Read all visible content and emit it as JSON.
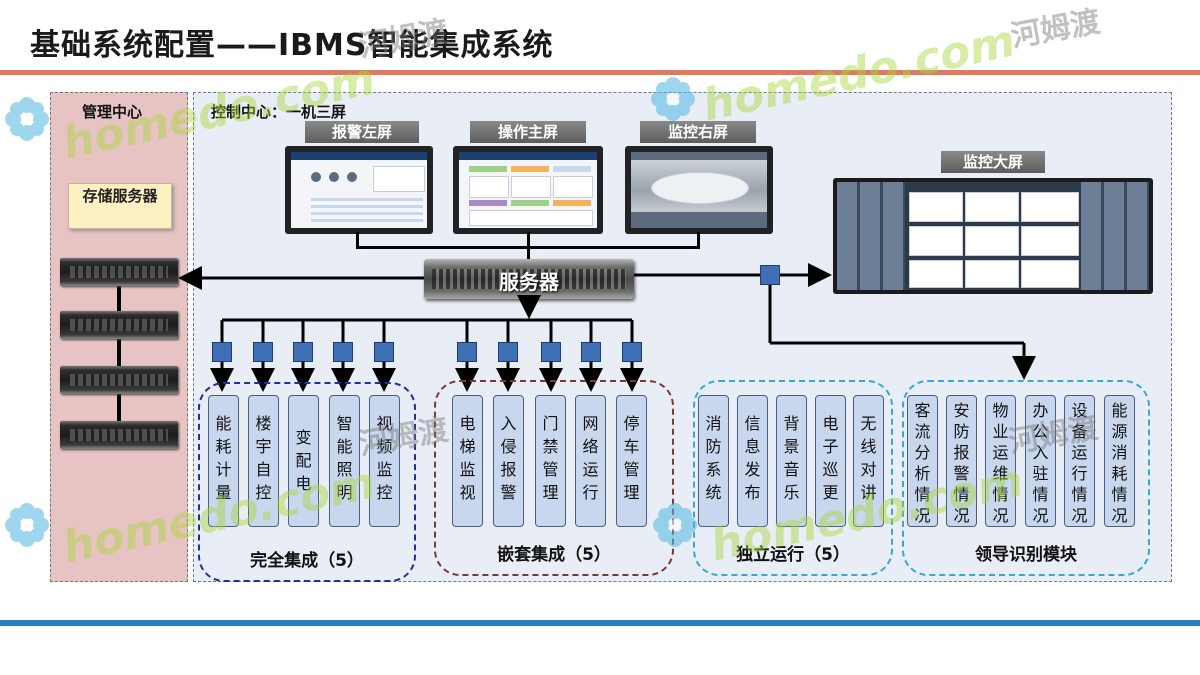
{
  "title": "基础系统配置——IBMS智能集成系统",
  "management": {
    "label": "管理中心",
    "storage": "存储服务器"
  },
  "control": {
    "label": "控制中心：一机三屏",
    "screens": {
      "alarm_left": "报警左屏",
      "main": "操作主屏",
      "monitor_right": "监控右屏",
      "big": "监控大屏"
    },
    "server": "服务器"
  },
  "groups": [
    {
      "label": "完全集成（5）",
      "items": [
        "能耗计量",
        "楼宇自控",
        "变配电",
        "智能照明",
        "视频监控"
      ]
    },
    {
      "label": "嵌套集成（5）",
      "items": [
        "电梯监视",
        "入侵报警",
        "门禁管理",
        "网络运行",
        "停车管理"
      ]
    },
    {
      "label": "独立运行（5）",
      "items": [
        "消防系统",
        "信息发布",
        "背景音乐",
        "电子巡更",
        "无线对讲"
      ]
    },
    {
      "label": "领导识别模块",
      "items": [
        "客流分析情况",
        "安防报警情况",
        "物业运维情况",
        "办公入驻情况",
        "设备运行情况",
        "能源消耗情况"
      ]
    }
  ],
  "watermark": {
    "en": "homedo.com",
    "cn": "河姆渡"
  },
  "colors": {
    "accent_top": "#e07a5f",
    "accent_bottom": "#2b7bc0",
    "node": "#3f6fb5",
    "group1": "#1f2fa8",
    "group2": "#7a3a3a",
    "group3": "#34a8d6",
    "group4": "#34a8d6"
  }
}
